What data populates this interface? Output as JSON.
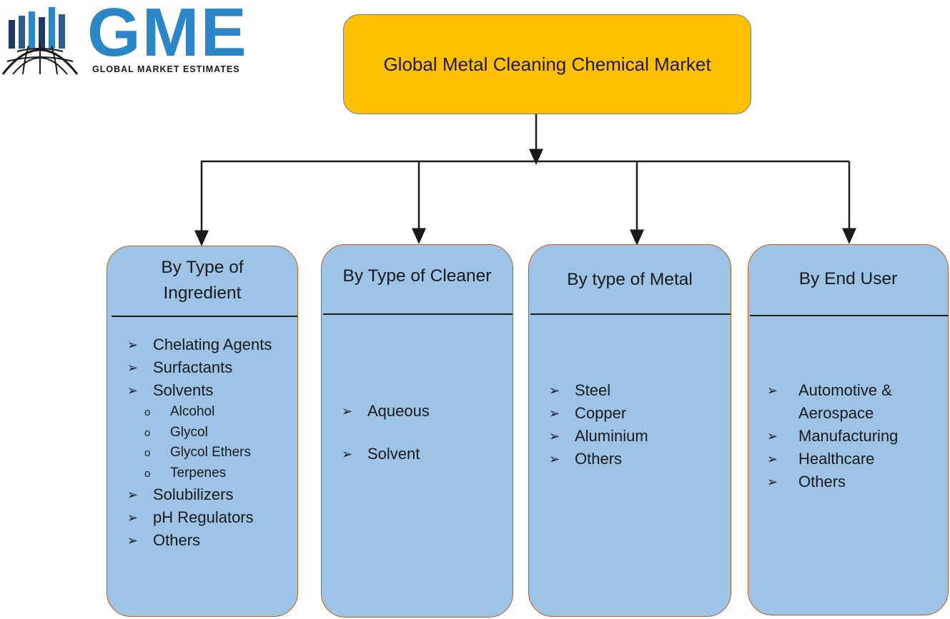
{
  "logo": {
    "letters": "GME",
    "tagline": "GLOBAL MARKET ESTIMATES"
  },
  "root": {
    "title": "Global Metal Cleaning Chemical Market"
  },
  "bullets": {
    "arrow": "➢",
    "sub": "o"
  },
  "categories": [
    {
      "title": "By Type of Ingredient",
      "items": [
        "Chelating Agents",
        "Surfactants",
        "Solvents",
        "Solubilizers",
        "pH Regulators",
        "Others"
      ],
      "sub_items": [
        "Alcohol",
        "Glycol",
        "Glycol Ethers",
        "Terpenes"
      ]
    },
    {
      "title": "By Type of Cleaner",
      "items": [
        "Aqueous",
        "Solvent"
      ]
    },
    {
      "title": "By type of Metal",
      "items": [
        "Steel",
        "Copper",
        "Aluminium",
        "Others"
      ]
    },
    {
      "title": "By End User",
      "items": [
        "Automotive & Aerospace",
        "Manufacturing",
        "Healthcare",
        "Others"
      ]
    }
  ],
  "colors": {
    "root_fill": "#ffc000",
    "card_fill": "#9dc3e6",
    "card_border": "#c55a11",
    "logo_blue": "#2a86c7",
    "logo_navy": "#1f3864"
  }
}
